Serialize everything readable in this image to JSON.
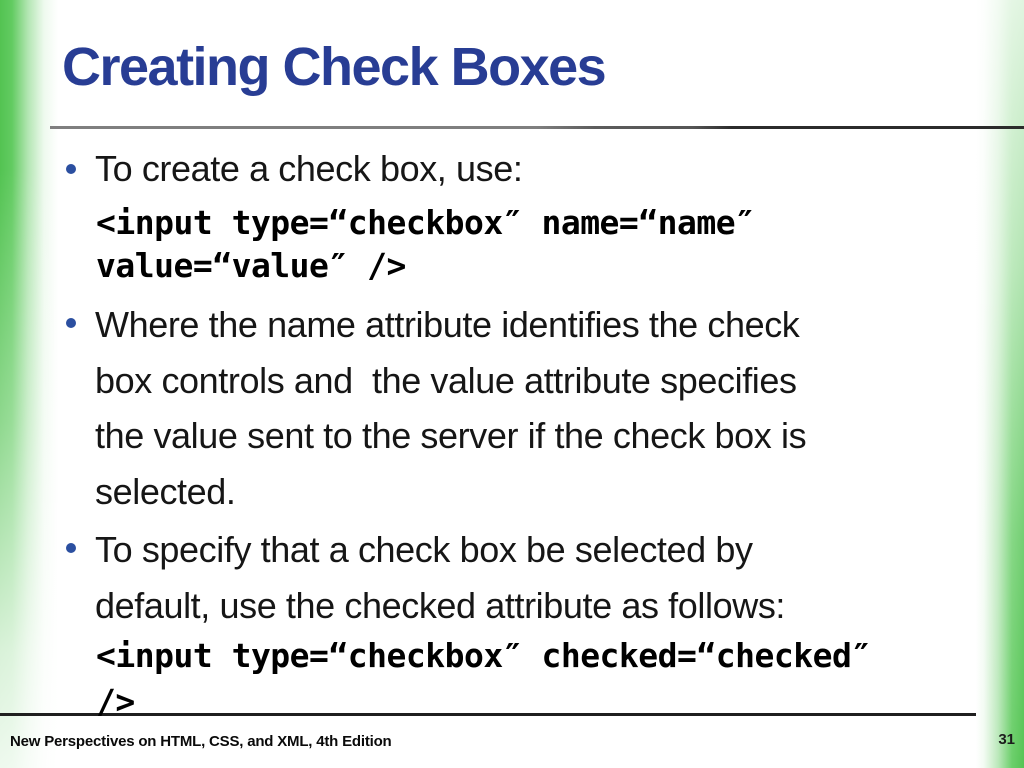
{
  "slide": {
    "title": "Creating Check Boxes",
    "bullets": [
      {
        "lines": [
          "To create a check box, use:"
        ],
        "code": [
          "<input type=“checkbox″ name=“name″",
          "value=“value″ />"
        ]
      },
      {
        "lines": [
          "Where the name attribute identifies the check",
          "box controls and  the value attribute specifies",
          "the value sent to the server if the check box is",
          "selected."
        ]
      },
      {
        "lines": [
          "To specify that a check box be selected by",
          "default, use the checked attribute as follows:"
        ],
        "code": [
          "<input type=“checkbox″ checked=“checked″",
          "/>"
        ]
      }
    ],
    "footer": {
      "text": "New Perspectives on HTML, CSS, and XML, 4th Edition",
      "page": "31"
    }
  },
  "colors": {
    "accent_green": "#5ac65a",
    "title_blue": "#283d94",
    "bullet_blue": "#2b4fa0",
    "title_rule_gray": "#7f7f7f",
    "footer_rule_black": "#1f1f1f",
    "body_text": "#161616",
    "background": "#ffffff"
  }
}
